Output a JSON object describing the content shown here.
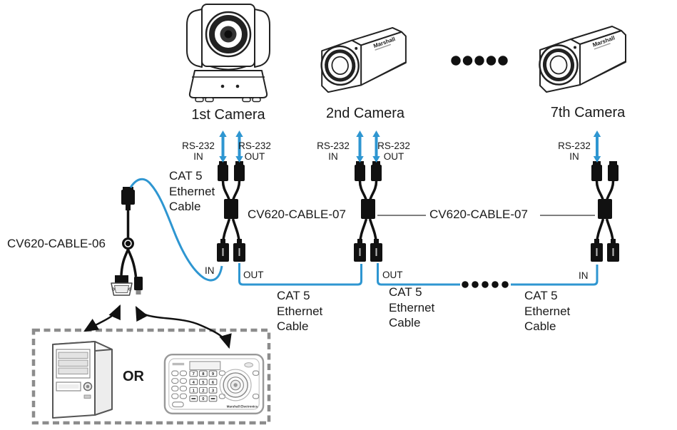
{
  "colors": {
    "cable_blue": "#2e96d1",
    "ink_black": "#111111",
    "dash_gray": "#8c8c8c"
  },
  "cameras": [
    {
      "label": "1st Camera"
    },
    {
      "label": "2nd Camera"
    },
    {
      "label": "7th Camera"
    }
  ],
  "rs232": {
    "cam1_in": {
      "line1": "RS-232",
      "line2": "IN"
    },
    "cam1_out": {
      "line1": "RS-232",
      "line2": "OUT"
    },
    "cam2_in": {
      "line1": "RS-232",
      "line2": "IN"
    },
    "cam2_out": {
      "line1": "RS-232",
      "line2": "OUT"
    },
    "cam7_in": {
      "line1": "RS-232",
      "line2": "IN"
    }
  },
  "cables": {
    "cable06_label": "CV620-CABLE-06",
    "cable07_label_1": "CV620-CABLE-07",
    "cable07_label_2": "CV620-CABLE-07",
    "cat5_1": {
      "line1": "CAT 5",
      "line2": "Ethernet",
      "line3": "Cable"
    },
    "cat5_2": {
      "line1": "CAT 5",
      "line2": "Ethernet",
      "line3": "Cable"
    },
    "cat5_3": {
      "line1": "CAT 5",
      "line2": "Ethernet",
      "line3": "Cable"
    },
    "cat5_4": {
      "line1": "CAT 5",
      "line2": "Ethernet",
      "line3": "Cable"
    },
    "tags": {
      "cable1_in": "IN",
      "cable1_out": "OUT",
      "cable2_out": "OUT",
      "cable3_in": "IN"
    }
  },
  "controllers": {
    "or_label": "OR",
    "keypad": [
      "7",
      "8",
      "9",
      "4",
      "5",
      "6",
      "1",
      "2",
      "3",
      "0"
    ],
    "controller_brand": "Marshall Electronics"
  },
  "camera_brand": "Marshall"
}
